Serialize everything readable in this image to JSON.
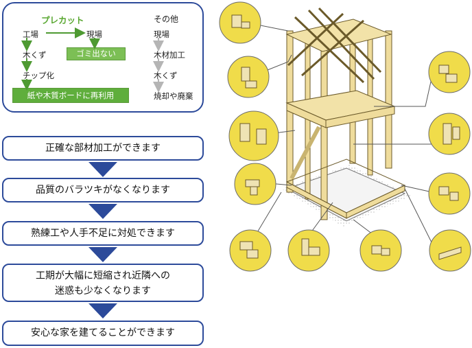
{
  "precut": {
    "title": "プレカット",
    "col1": [
      "工場",
      "木くず",
      "チップ化"
    ],
    "factory_arrow_to": "現場",
    "no_waste": "ゴミ出ない",
    "reuse": "紙や木質ボードに再利用"
  },
  "other": {
    "title": "その他",
    "items": [
      "現場",
      "木材加工",
      "木くず",
      "焼却や廃棄"
    ]
  },
  "steps": [
    "正確な部材加工ができます",
    "品質のバラツキがなくなります",
    "熟練工や人手不足に対処できます",
    "工期が大幅に短縮され近隣への",
    "迷惑も少なくなります",
    "安心な家を建てることができます"
  ],
  "colors": {
    "accent_blue": "#2c4a9a",
    "green": "#5aa832",
    "callout_yellow": "#f0dc4a",
    "wood": "#efdc9c"
  },
  "illustration": {
    "subject": "timber-frame-house-with-joint-callouts",
    "callout_count": 11
  }
}
